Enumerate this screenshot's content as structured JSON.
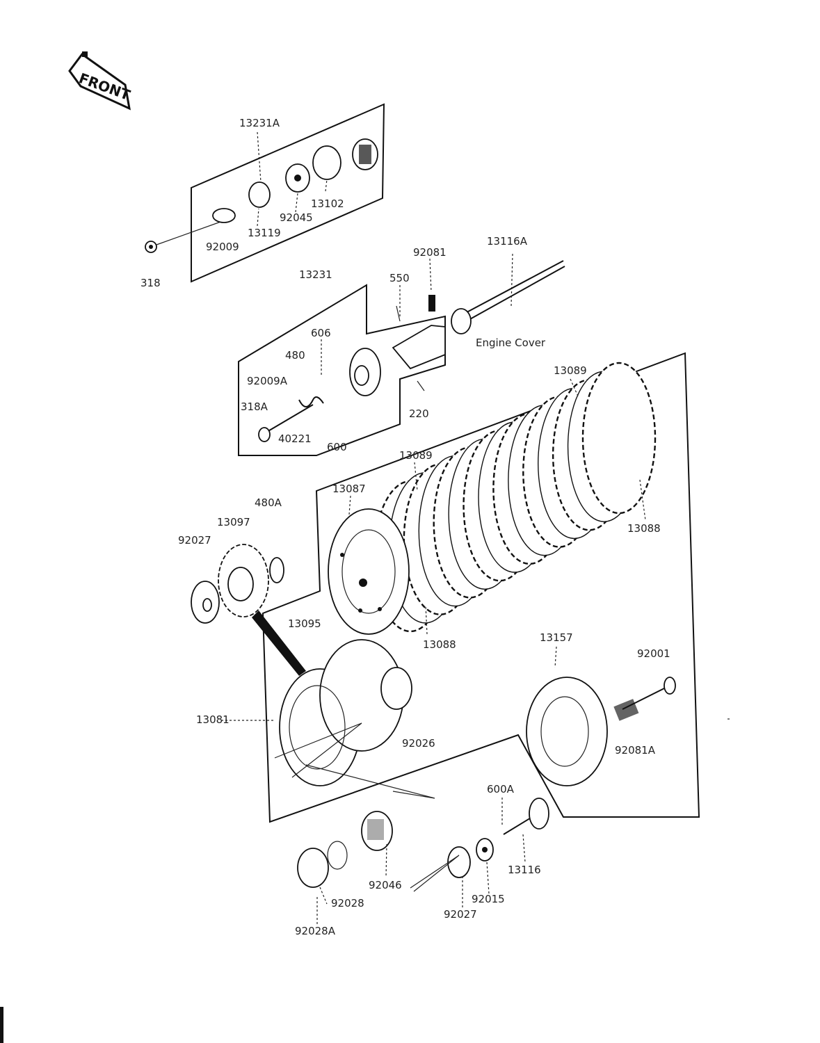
{
  "header": {
    "left_text": "",
    "right_text": ""
  },
  "front_label": "FRONT",
  "engine_cover_label": "Engine Cover",
  "part_labels": {
    "p13231A": "13231A",
    "p13102": "13102",
    "p92045": "92045",
    "p13119": "13119",
    "p92009": "92009",
    "p318": "318",
    "p13231": "13231",
    "p550": "550",
    "p92081": "92081",
    "p13116A": "13116A",
    "p606": "606",
    "p480": "480",
    "p92009A": "92009A",
    "p318A": "318A",
    "p40221": "40221",
    "p600": "600",
    "p220": "220",
    "p13089a": "13089",
    "p13089b": "13089",
    "p13087": "13087",
    "p13088a": "13088",
    "p480A": "480A",
    "p13097": "13097",
    "p92027a": "92027",
    "p13095": "13095",
    "p13088b": "13088",
    "p13157": "13157",
    "p92001": "92001",
    "p13081": "13081",
    "p92026": "92026",
    "p92081A": "92081A",
    "p600A": "600A",
    "p13116": "13116",
    "p92046": "92046",
    "p92015": "92015",
    "p92028": "92028",
    "p92027b": "92027",
    "p92028A": "92028A"
  }
}
